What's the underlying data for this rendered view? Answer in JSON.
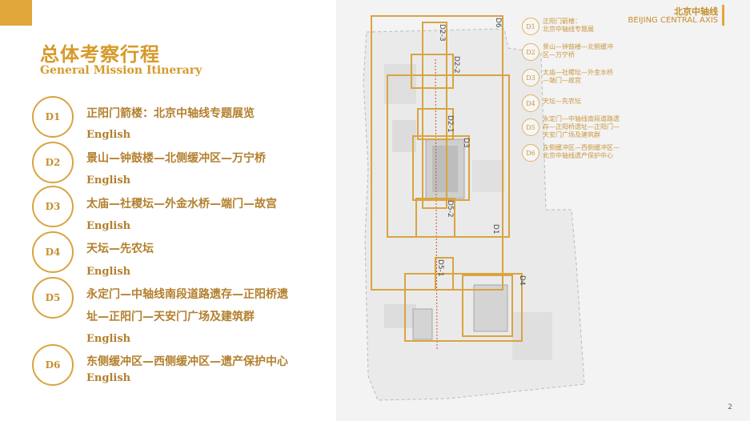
{
  "header": {
    "title_cn": "总体考察行程",
    "title_en": "General Mission Itinerary",
    "brand_cn": "北京中轴线",
    "brand_en": "BEIJING CENTRAL AXIS",
    "page_number": "2"
  },
  "itinerary": [
    {
      "day": "D1",
      "text": "正阳门箭楼：北京中轴线专题展览",
      "en": "English"
    },
    {
      "day": "D2",
      "text": "景山—钟鼓楼—北侧缓冲区—万宁桥",
      "en": "English"
    },
    {
      "day": "D3",
      "text": "太庙—社稷坛—外金水桥—端门—故宫",
      "en": "English"
    },
    {
      "day": "D4",
      "text": "天坛—先农坛",
      "en": "English"
    },
    {
      "day": "D5",
      "text_line1": "永定门—中轴线南段道路遗存—正阳桥遗",
      "text_line2": "址—正阳门—天安门广场及建筑群",
      "en": "English"
    },
    {
      "day": "D6",
      "text": "东侧缓冲区—西侧缓冲区—遗产保护中心",
      "en": "English"
    }
  ],
  "map": {
    "region_labels": [
      "D6",
      "D2-3",
      "D2-2",
      "D2-1",
      "D3",
      "D5-2",
      "D1",
      "D5-1",
      "D4"
    ],
    "legend": [
      {
        "day": "D1",
        "line1": "正阳门箭楼：",
        "line2": "北京中轴线专题展"
      },
      {
        "day": "D2",
        "line1": "景山—钟鼓楼—北侧缓冲",
        "line2": "区—万宁桥"
      },
      {
        "day": "D3",
        "line1": "太庙—社稷坛—外金水桥",
        "line2": "—端门—故宫"
      },
      {
        "day": "D4",
        "line1": "天坛—先农坛",
        "line2": ""
      },
      {
        "day": "D5",
        "line1": "永定门—中轴线南段道路遗",
        "line2": "存—正阳桥遗址—正阳门—",
        "line3": "天安门广场及建筑群"
      },
      {
        "day": "D6",
        "line1": "东侧缓冲区—西侧缓冲区—",
        "line2": "北京中轴线遗产保护中心"
      }
    ]
  },
  "colors": {
    "accent": "#e2a73a",
    "text_gold": "#b3802e",
    "map_line": "#d9a441"
  }
}
